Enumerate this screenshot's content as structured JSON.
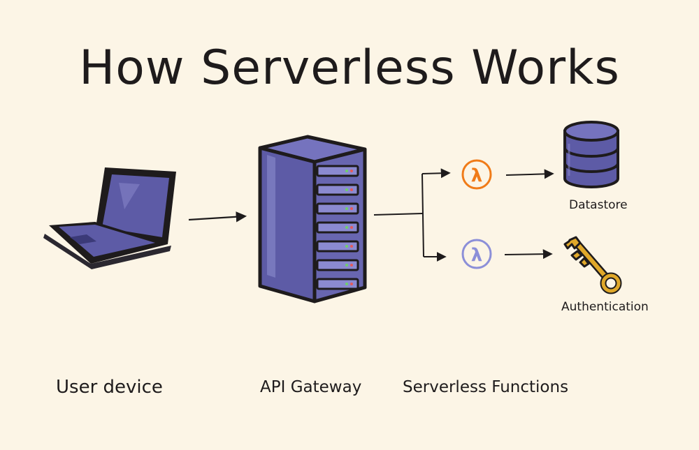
{
  "title": "How Serverless Works",
  "nodes": {
    "user_device": "User device",
    "api_gateway": "API Gateway",
    "serverless_functions": "Serverless Functions",
    "datastore": "Datastore",
    "authentication": "Authentication"
  },
  "icons": {
    "lambda_1": "λ",
    "lambda_2": "λ"
  },
  "colors": {
    "background": "#fcf5e6",
    "device_purple": "#5d5ba6",
    "lambda_orange": "#f07b18",
    "lambda_lavender": "#8c8fd8",
    "key_gold": "#e0a82a"
  }
}
